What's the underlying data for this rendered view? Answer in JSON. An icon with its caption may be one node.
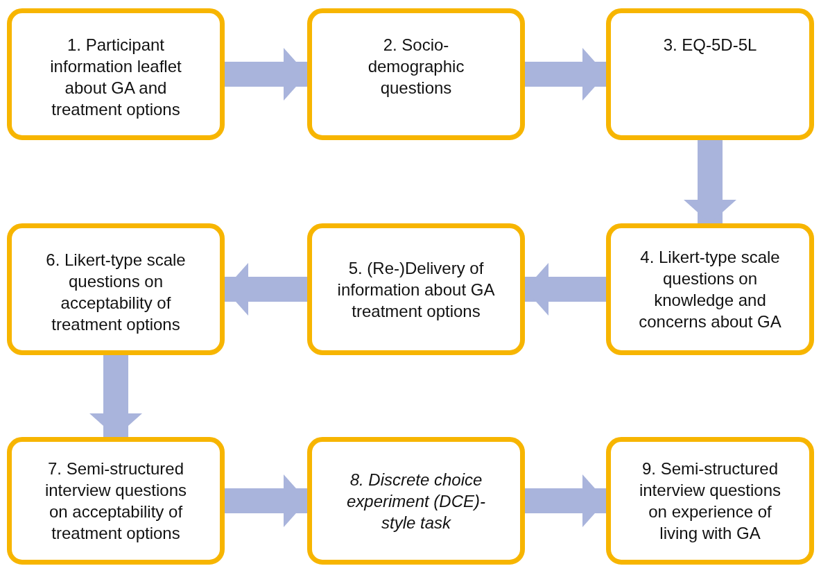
{
  "diagram": {
    "nodes": [
      {
        "text": [
          "1. Participant information leaflet about GA and treatment options"
        ]
      },
      {
        "text": [
          "2. Socio-demographic questions"
        ]
      },
      {
        "text": [
          "3. EQ-5D-5L"
        ]
      },
      {
        "text": [
          "4. Likert-type scale questions on knowledge and concerns about GA"
        ]
      },
      {
        "text": [
          "5. (Re-)Delivery of information about GA treatment options"
        ]
      },
      {
        "text": [
          "6. Likert-type scale questions on acceptability of treatment options"
        ]
      },
      {
        "text": [
          "7. Semi-structured interview questions on acceptability of treatment options"
        ]
      },
      {
        "text": [
          "8. Discrete choice experiment (DCE)-style task"
        ]
      },
      {
        "text": [
          "9. Semi-structured interview questions on experience of living with GA"
        ]
      }
    ],
    "edges": [
      {
        "from": 0,
        "to": 1,
        "arrow": "to"
      },
      {
        "from": 1,
        "to": 2,
        "arrow": "to"
      },
      {
        "from": 2,
        "to": 3,
        "arrow": "to"
      },
      {
        "from": 3,
        "to": 4,
        "arrow": "to"
      },
      {
        "from": 4,
        "to": 5,
        "arrow": "to"
      },
      {
        "from": 5,
        "to": 6,
        "arrow": "to"
      },
      {
        "from": 6,
        "to": 7,
        "arrow": "to"
      },
      {
        "from": 7,
        "to": 8,
        "arrow": "to"
      }
    ]
  }
}
